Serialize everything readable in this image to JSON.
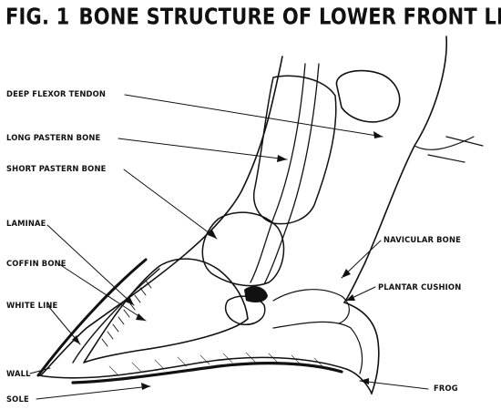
{
  "figure": {
    "number": "FIG. 1",
    "title": "BONE STRUCTURE OF LOWER FRONT LEG"
  },
  "labels": {
    "deep_flexor_tendon": "DEEP FLEXOR TENDON",
    "long_pastern_bone": "LONG PASTERN BONE",
    "short_pastern_bone": "SHORT PASTERN BONE",
    "laminae": "LAMINAE",
    "coffin_bone": "COFFIN BONE",
    "white_line": "WHITE LINE",
    "wall": "WALL",
    "sole": "SOLE",
    "navicular_bone": "NAVICULAR BONE",
    "plantar_cushion": "PLANTAR CUSHION",
    "frog": "FROG"
  }
}
